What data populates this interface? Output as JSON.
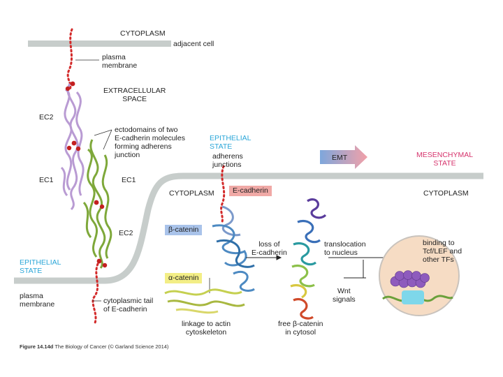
{
  "labels": {
    "cytoplasm_top": "CYTOPLASM",
    "adjacent_cell": "adjacent cell",
    "plasma_membrane_top": "plasma\nmembrane",
    "extracellular_space": "EXTRACELLULAR\nSPACE",
    "ec2_top": "EC2",
    "ec1_left": "EC1",
    "ec1_right": "EC1",
    "ec2_bottom": "EC2",
    "ectodomains": "ectodomains of two\nE-cadherin molecules\nforming adherens\njunction",
    "epithelial_state_top": "EPITHELIAL\nSTATE",
    "adherens_junctions": "adherens\njunctions",
    "emt": "EMT",
    "mesenchymal_state": "MESENCHYMAL\nSTATE",
    "cytoplasm_mid": "CYTOPLASM",
    "e_cadherin": "E-cadherin",
    "cytoplasm_right": "CYTOPLASM",
    "beta_catenin": "β-catenin",
    "loss_of_ecadherin": "loss of\nE-cadherin",
    "translocation": "translocation\nto nucleus",
    "binding": "binding to\nTcf/LEF and\nother TFs",
    "epithelial_state_bottom": "EPITHELIAL\nSTATE",
    "alpha_catenin": "α-catenin",
    "wnt_signals": "Wnt\nsignals",
    "plasma_membrane_bottom": "plasma\nmembrane",
    "cytoplasmic_tail": "cytoplasmic tail\nof E-cadherin",
    "linkage": "linkage to actin\ncytoskeleton",
    "free_beta": "free β-catenin\nin cytosol"
  },
  "caption": {
    "figure": "Figure 14.14d",
    "source": "The Biology of Cancer (© Garland Science 2014)"
  },
  "colors": {
    "membrane": "#c7cdcb",
    "epithelial_blue": "#2aa6d8",
    "mesenchymal_magenta": "#d6336c",
    "emt_arrow_start": "#7ea7dc",
    "emt_arrow_end": "#f2a0a8",
    "ecadherin_chip": "#f0a9a6",
    "beta_chip": "#a9c3ea",
    "alpha_chip": "#f3ee86",
    "nucleus": "#f6dcc4",
    "red_dots": "#d32a2a",
    "lilac_domain": "#b99bd3",
    "green_domain": "#7ea83a"
  }
}
